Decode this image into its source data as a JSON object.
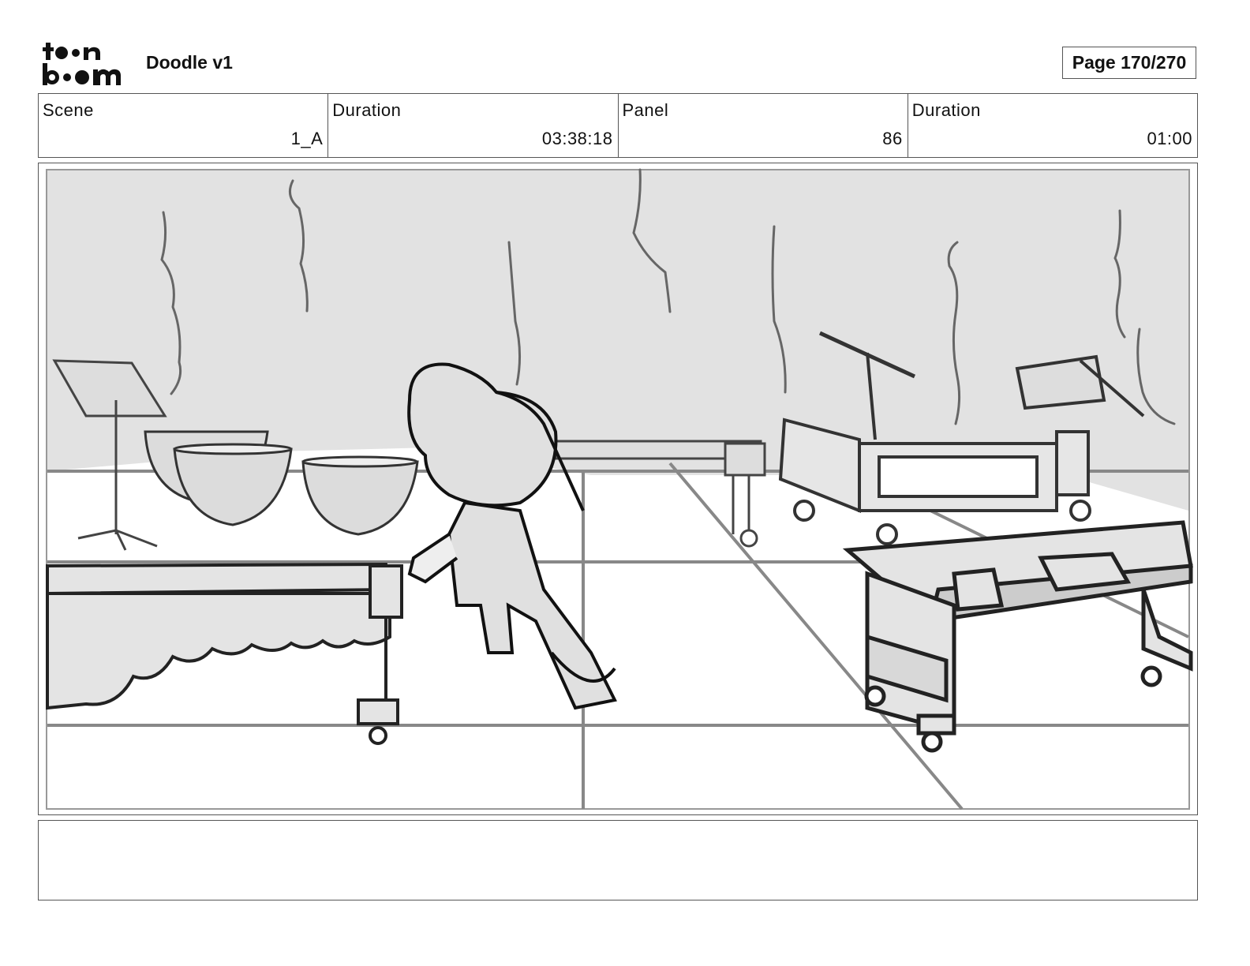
{
  "header": {
    "logo_text": "toon boom",
    "title": "Doodle v1",
    "page_label": "Page 170/270"
  },
  "info": [
    {
      "label": "Scene",
      "value": "1_A"
    },
    {
      "label": "Duration",
      "value": "03:38:18"
    },
    {
      "label": "Panel",
      "value": "86"
    },
    {
      "label": "Duration",
      "value": "01:00"
    }
  ],
  "notes": ""
}
